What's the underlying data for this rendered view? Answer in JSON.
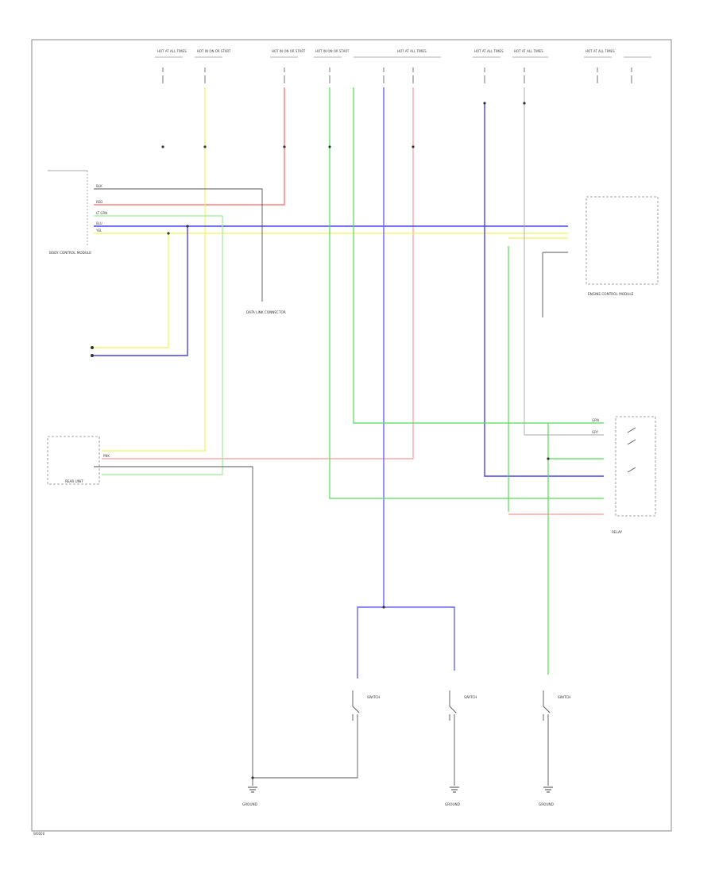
{
  "colors": {
    "red": "#ff6666",
    "yellow": "#f2f25a",
    "green": "#55dd55",
    "blue": "#4444ee",
    "black": "#333333",
    "pink": "#ff9999",
    "ltgreen": "#99ee99",
    "frame": "#888888"
  },
  "fuse_labels": {
    "f1": "HOT AT ALL TIMES",
    "f2": "HOT IN ON OR START",
    "f3": "HOT IN ON OR START",
    "f4": "HOT IN ON OR START",
    "f5": "HOT AT ALL TIMES",
    "f6": "HOT AT ALL TIMES",
    "f7": "HOT AT ALL TIMES",
    "f8": "HOT AT ALL TIMES"
  },
  "wire_colors": {
    "red": "RED",
    "yel": "YEL",
    "grn": "GRN",
    "blu": "BLU",
    "blk": "BLK",
    "pnk": "PNK",
    "ltgrn": "LT GRN",
    "gry": "GRY"
  },
  "components": {
    "bcm": "BODY CONTROL MODULE",
    "rear_unit": "REAR UNIT",
    "ecm": "ENGINE CONTROL MODULE",
    "relay": "RELAY",
    "sw1": "SWITCH",
    "sw2": "SWITCH",
    "sw3": "SWITCH",
    "g1": "GROUND",
    "g2": "GROUND",
    "g3": "GROUND",
    "data_link": "DATA LINK CONNECTOR"
  },
  "footer_code": "W0000"
}
